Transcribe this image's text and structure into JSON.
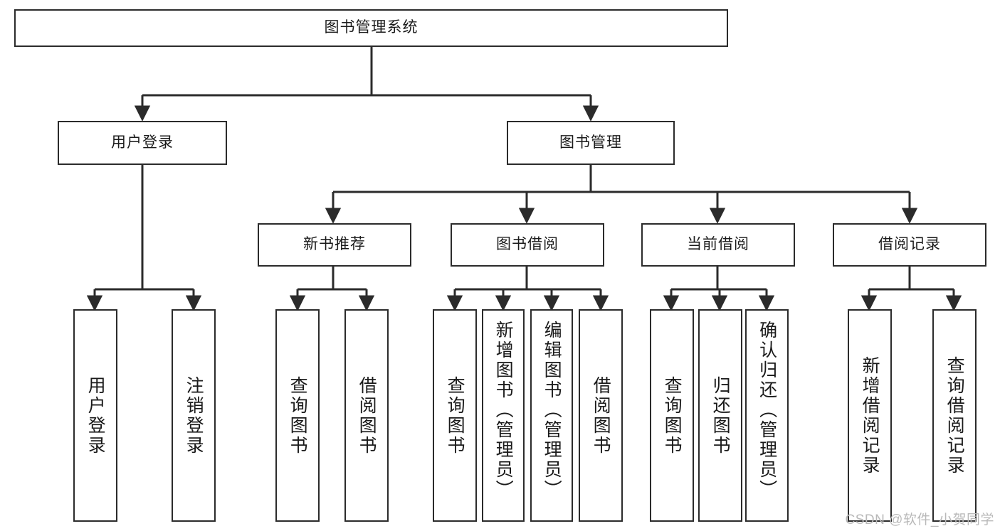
{
  "diagram": {
    "title": "图书管理系统",
    "type": "hierarchy-tree",
    "watermark": "CSDN @软件_小贺同学",
    "colors": {
      "stroke": "#2b2b2b",
      "fill": "#ffffff",
      "text": "#1a1a1a",
      "watermark": "#b9b9b9"
    },
    "levels": {
      "root": {
        "label": "图书管理系统"
      },
      "level2": [
        {
          "id": "user-login",
          "label": "用户登录"
        },
        {
          "id": "book-manage",
          "label": "图书管理"
        }
      ],
      "level3": [
        {
          "id": "new-book-recommend",
          "label": "新书推荐"
        },
        {
          "id": "book-borrow",
          "label": "图书借阅"
        },
        {
          "id": "current-borrow",
          "label": "当前借阅"
        },
        {
          "id": "borrow-record",
          "label": "借阅记录"
        }
      ],
      "leaves": [
        {
          "id": "leaf-user-login",
          "label": "用户登录",
          "parent": "user-login"
        },
        {
          "id": "leaf-user-logout",
          "label": "注销登录",
          "parent": "user-login"
        },
        {
          "id": "leaf-query-book-1",
          "label": "查询图书",
          "parent": "new-book-recommend"
        },
        {
          "id": "leaf-borrow-book-1",
          "label": "借阅图书",
          "parent": "new-book-recommend"
        },
        {
          "id": "leaf-query-book-2",
          "label": "查询图书",
          "parent": "book-borrow"
        },
        {
          "id": "leaf-add-book",
          "label": "新增图书（管理员）",
          "parent": "book-borrow"
        },
        {
          "id": "leaf-edit-book",
          "label": "编辑图书（管理员）",
          "parent": "book-borrow"
        },
        {
          "id": "leaf-borrow-book-2",
          "label": "借阅图书",
          "parent": "book-borrow"
        },
        {
          "id": "leaf-query-book-3",
          "label": "查询图书",
          "parent": "current-borrow"
        },
        {
          "id": "leaf-return-book",
          "label": "归还图书",
          "parent": "current-borrow"
        },
        {
          "id": "leaf-confirm-return",
          "label": "确认归还（管理员）",
          "parent": "current-borrow"
        },
        {
          "id": "leaf-add-record",
          "label": "新增借阅记录",
          "parent": "borrow-record"
        },
        {
          "id": "leaf-query-record",
          "label": "查询借阅记录",
          "parent": "borrow-record"
        }
      ]
    }
  }
}
